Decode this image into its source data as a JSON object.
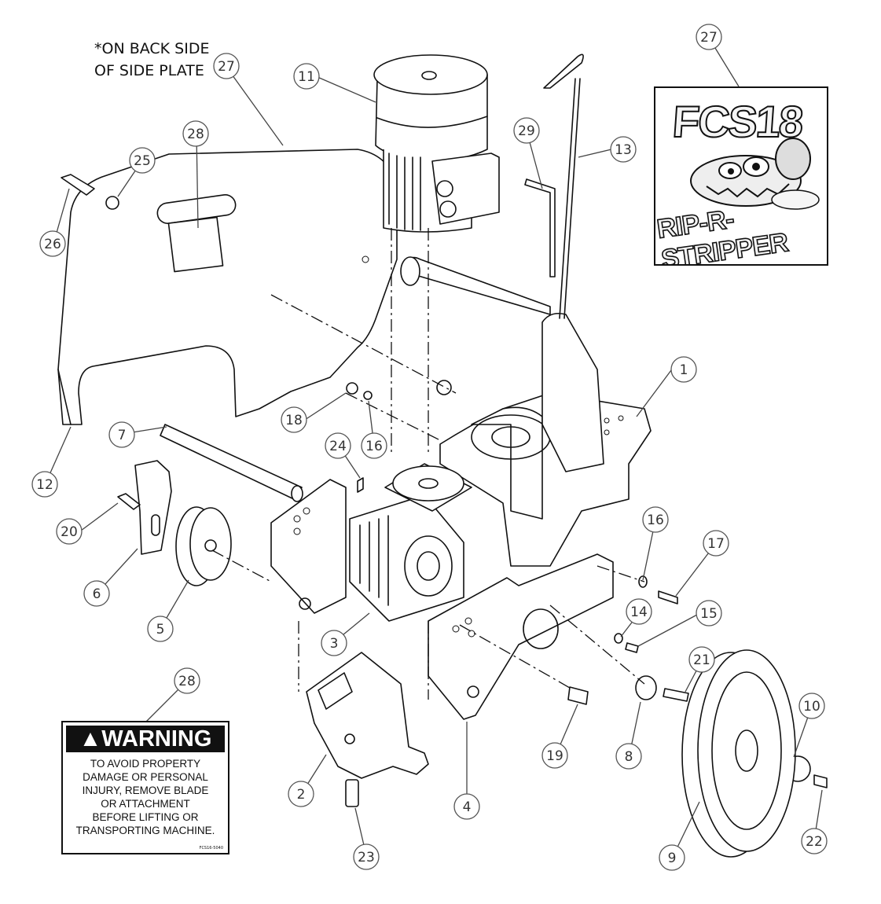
{
  "note": {
    "line1": "*ON BACK SIDE",
    "line2": "OF SIDE PLATE"
  },
  "callouts": [
    {
      "n": "1"
    },
    {
      "n": "2"
    },
    {
      "n": "3"
    },
    {
      "n": "4"
    },
    {
      "n": "5"
    },
    {
      "n": "6"
    },
    {
      "n": "7"
    },
    {
      "n": "8"
    },
    {
      "n": "9"
    },
    {
      "n": "10"
    },
    {
      "n": "11"
    },
    {
      "n": "12"
    },
    {
      "n": "13"
    },
    {
      "n": "14"
    },
    {
      "n": "15"
    },
    {
      "n": "16"
    },
    {
      "n": "16"
    },
    {
      "n": "17"
    },
    {
      "n": "18"
    },
    {
      "n": "19"
    },
    {
      "n": "20"
    },
    {
      "n": "21"
    },
    {
      "n": "22"
    },
    {
      "n": "23"
    },
    {
      "n": "24"
    },
    {
      "n": "25"
    },
    {
      "n": "26"
    },
    {
      "n": "27"
    },
    {
      "n": "27"
    },
    {
      "n": "28"
    },
    {
      "n": "28"
    },
    {
      "n": "29"
    }
  ],
  "warning_label": {
    "heading": "WARNING",
    "body": [
      "TO AVOID PROPERTY",
      "DAMAGE OR PERSONAL",
      "INJURY, REMOVE BLADE",
      "OR ATTACHMENT",
      "BEFORE LIFTING OR",
      "TRANSPORTING MACHINE."
    ],
    "code": "FCS16-5040"
  },
  "decal": {
    "title": "FCS18",
    "brand": "RIP-R-STRIPPER"
  }
}
